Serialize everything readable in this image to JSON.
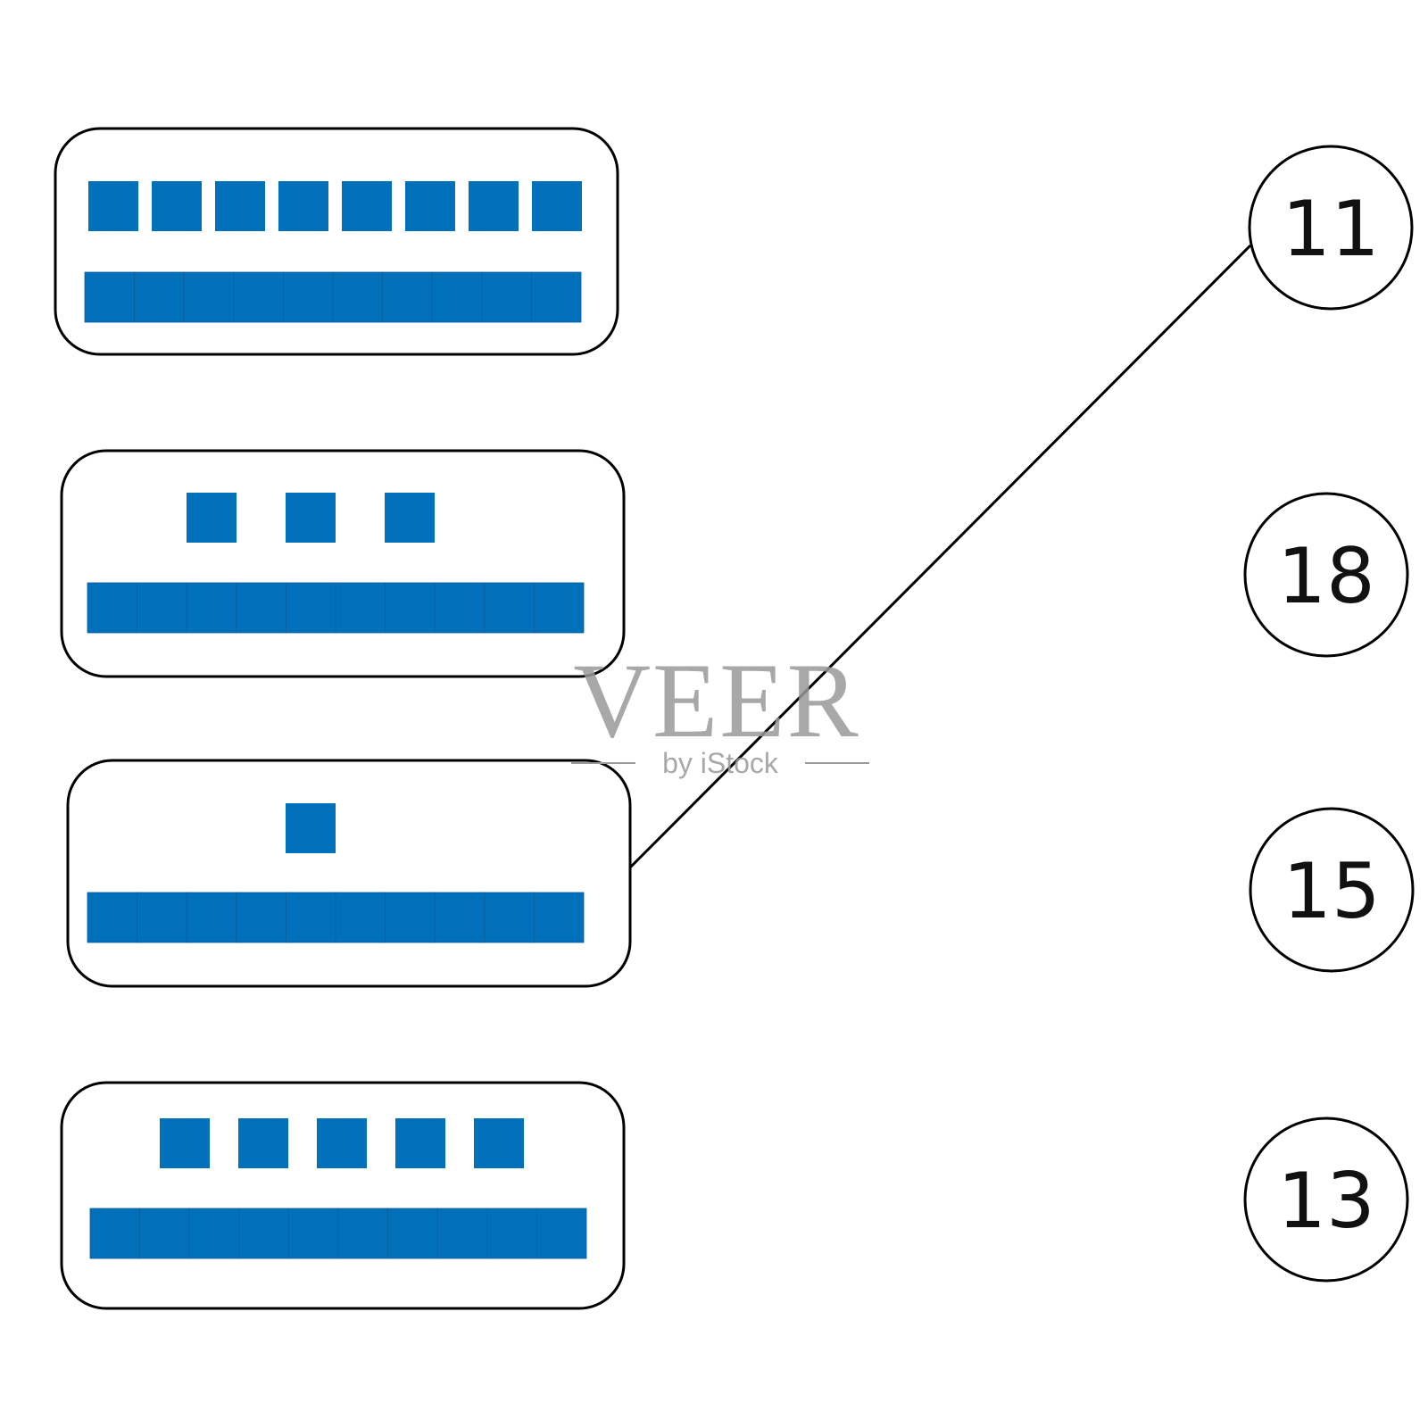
{
  "colors": {
    "block": "#0070BA",
    "stroke": "#000000",
    "background": "#FFFFFF",
    "watermark": "#9A9A9A"
  },
  "cards": [
    {
      "id": "card-1",
      "tens": 1,
      "ones": 8
    },
    {
      "id": "card-2",
      "tens": 1,
      "ones": 3
    },
    {
      "id": "card-3",
      "tens": 1,
      "ones": 1
    },
    {
      "id": "card-4",
      "tens": 1,
      "ones": 5
    }
  ],
  "circles": [
    {
      "id": "circle-1",
      "label": "11"
    },
    {
      "id": "circle-2",
      "label": "18"
    },
    {
      "id": "circle-3",
      "label": "15"
    },
    {
      "id": "circle-4",
      "label": "13"
    }
  ],
  "connections": [
    {
      "from_card": 3,
      "to_circle": 1
    }
  ],
  "watermark": {
    "brand": "VEER",
    "tagline": "by iStock"
  }
}
